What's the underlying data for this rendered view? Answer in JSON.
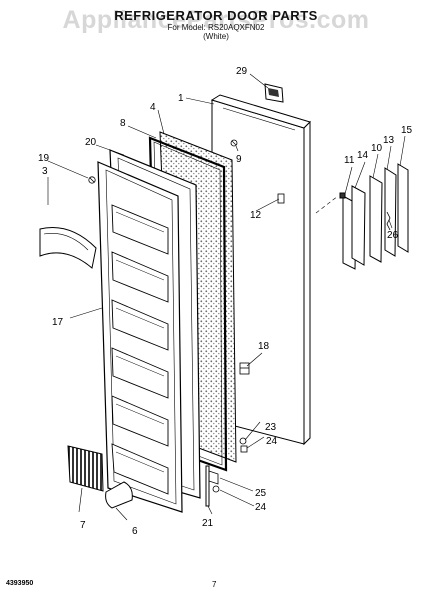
{
  "header": {
    "title": "REFRIGERATOR DOOR PARTS",
    "subtitle_line1": "For Model: RS20AQXFN02",
    "subtitle_line2": "(White)",
    "watermark": "AppliancePartsPros.com"
  },
  "callouts": {
    "c1": "1",
    "c3": "3",
    "c4": "4",
    "c6": "6",
    "c7": "7",
    "c8": "8",
    "c9": "9",
    "c10": "10",
    "c11": "11",
    "c12": "12",
    "c13": "13",
    "c14": "14",
    "c15": "15",
    "c17": "17",
    "c18": "18",
    "c19": "19",
    "c20": "20",
    "c21": "21",
    "c23": "23",
    "c24a": "24",
    "c24b": "24",
    "c25": "25",
    "c26": "26",
    "c29": "29"
  },
  "footer": {
    "doc_number": "4393950",
    "page_number": "7"
  }
}
